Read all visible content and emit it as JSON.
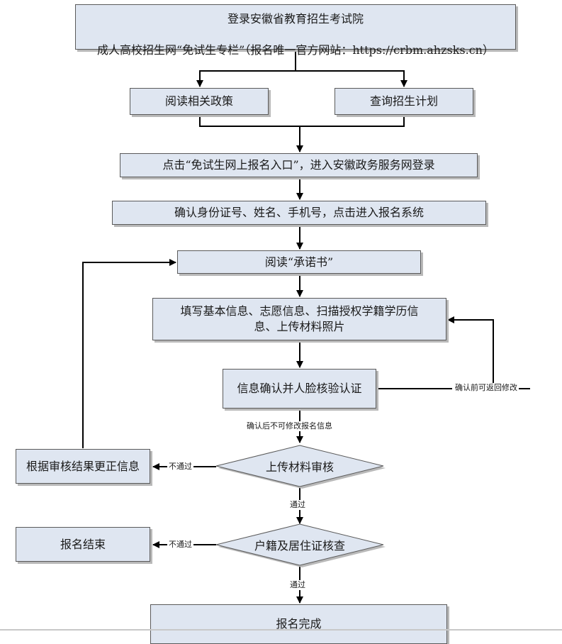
{
  "start": {
    "line1": "登录安徽省教育招生考试院",
    "line2": "成人高校招生网“免试生专栏”（报名唯一官方网站：https://crbm.ahzsks.cn）"
  },
  "policy_box": "阅读相关政策",
  "plan_box": "查询招生计划",
  "entry_box": "点击“免试生网上报名入口”，进入安徽政务服务网登录",
  "confirm_id_box": "确认身份证号、姓名、手机号，点击进入报名系统",
  "promise_box": "阅读“承诺书”",
  "fill_box": "填写基本信息、志愿信息、扫描授权学籍学历信\n息、上传材料照片",
  "verify_box": "信息确认并人脸核验认证",
  "modify_note": "确认前可返回修改",
  "no_modify_note": "确认后不可修改报名信息",
  "review_diamond": "上传材料审核",
  "correct_box": "根据审核结果更正信息",
  "fail_label_1": "不通过",
  "pass_label_1": "通过",
  "household_diamond": "户籍及居住证核查",
  "end_box": "报名结束",
  "fail_label_2": "不通过",
  "pass_label_2": "通过",
  "done_box": "报名完成"
}
